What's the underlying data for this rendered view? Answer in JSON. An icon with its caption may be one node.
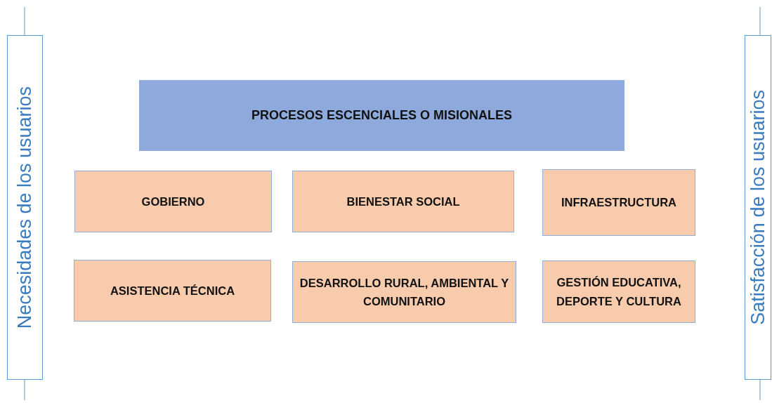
{
  "diagram": {
    "nodes": [
      {
        "text": [
          "Necesidades de los usuarios"
        ]
      },
      {
        "text": [
          "PROCESOS ESCENCIALES O MISIONALES"
        ]
      },
      {
        "text": [
          "GOBIERNO"
        ]
      },
      {
        "text": [
          "BIENESTAR SOCIAL"
        ]
      },
      {
        "text": [
          "INFRAESTRUCTURA"
        ]
      },
      {
        "text": [
          "ASISTENCIA TÉCNICA"
        ]
      },
      {
        "text": [
          "DESARROLLO RURAL, AMBIENTAL Y COMUNITARIO"
        ]
      },
      {
        "text": [
          "GESTIÓN EDUCATIVA, DEPORTE Y CULTURA"
        ]
      },
      {
        "text": [
          "Satisfacción de los usuarios"
        ]
      }
    ]
  }
}
